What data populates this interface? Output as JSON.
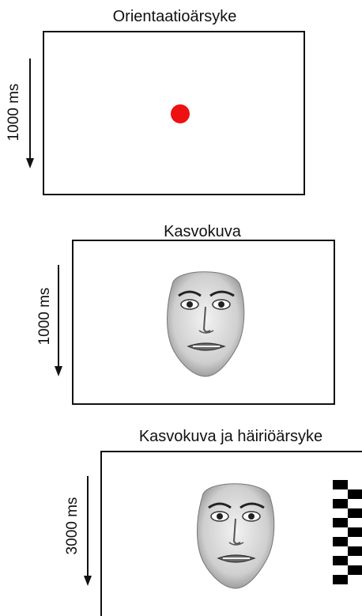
{
  "panels": [
    {
      "title": "Orientaatioärsyke",
      "duration": "1000 ms",
      "stimulus": "fixation-dot"
    },
    {
      "title": "Kasvokuva",
      "duration": "1000 ms",
      "stimulus": "face"
    },
    {
      "title": "Kasvokuva ja häiriöärsyke",
      "duration": "3000 ms",
      "stimulus": "face-and-checkerboard"
    }
  ],
  "colors": {
    "dot": "#ee1111",
    "line": "#111111"
  },
  "icons": [
    "red-dot",
    "face-image",
    "checkerboard-distractor",
    "down-arrow"
  ]
}
